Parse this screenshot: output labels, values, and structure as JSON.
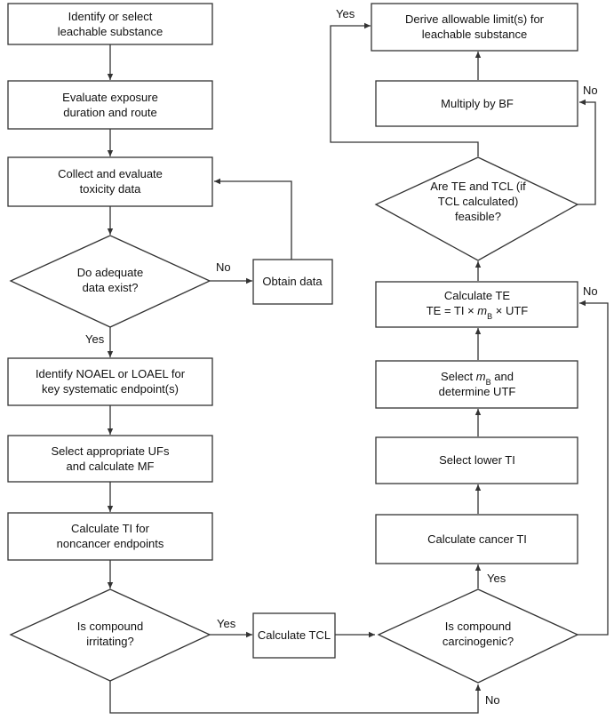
{
  "nodes": {
    "identify": [
      "Identify or select",
      "leachable substance"
    ],
    "evaluate": [
      "Evaluate exposure",
      "duration and route"
    ],
    "collect": [
      "Collect and evaluate",
      "toxicity data"
    ],
    "adequate": [
      "Do adequate",
      "data exist?"
    ],
    "obtain": [
      "Obtain data"
    ],
    "noael": [
      "Identify NOAEL or LOAEL for",
      "key systematic endpoint(s)"
    ],
    "ufs": [
      "Select appropriate UFs",
      "and calculate MF"
    ],
    "ti_noncancer": [
      "Calculate TI for",
      "noncancer endpoints"
    ],
    "irritating": [
      "Is compound",
      "irritating?"
    ],
    "tcl": [
      "Calculate TCL"
    ],
    "carcinogenic": [
      "Is compound",
      "carcinogenic?"
    ],
    "cancer_ti": [
      "Calculate cancer TI"
    ],
    "lower_ti": [
      "Select lower TI"
    ],
    "select_mb": [
      "Select mB and",
      "determine UTF"
    ],
    "calc_te": [
      "Calculate TE",
      "TE = TI × mB × UTF"
    ],
    "feasible": [
      "Are TE and TCL (if",
      "TCL calculated)",
      "feasible?"
    ],
    "multiply": [
      "Multiply by BF"
    ],
    "derive": [
      "Derive allowable limit(s) for",
      "leachable substance"
    ]
  },
  "edge_labels": {
    "adequate_no": "No",
    "adequate_yes": "Yes",
    "irritating_yes": "Yes",
    "carcinogenic_yes": "Yes",
    "carcinogenic_no_bottom": "No",
    "carcinogenic_no_te": "No",
    "feasible_no": "No",
    "feasible_yes": "Yes"
  }
}
